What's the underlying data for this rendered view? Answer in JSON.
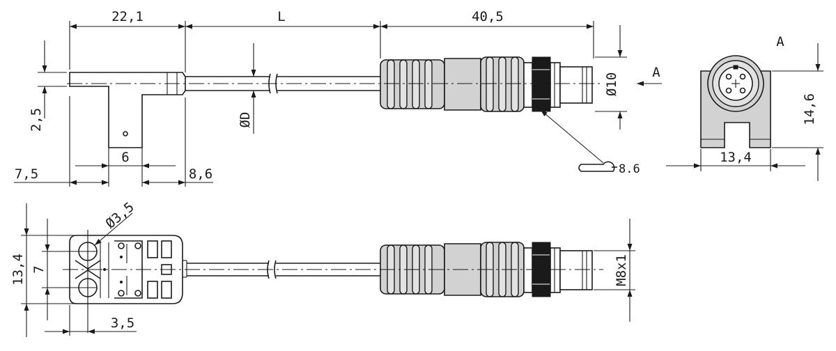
{
  "dimensions": {
    "top_width": "22,1",
    "cable_length": "L",
    "connector_length": "40,5",
    "connector_dia": "Ø10",
    "cable_dia": "ØD",
    "tab_height": "2,5",
    "tab_width": "6",
    "left_offset": "7,5",
    "right_offset": "8,6",
    "wrench": "8.6",
    "view_width": "13,4",
    "view_height": "14,6",
    "bottom_height": "13,4",
    "bottom_spacing": "7",
    "hole_dia": "Ø3,5",
    "hole_offset": "3,5",
    "thread": "M8x1"
  },
  "labels": {
    "view_arrow": "A",
    "view_title": "A"
  }
}
